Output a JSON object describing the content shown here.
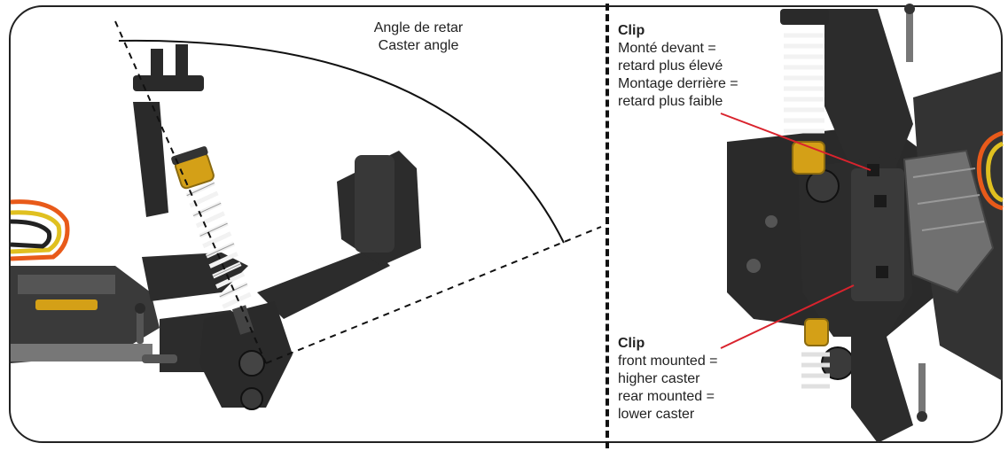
{
  "caster_label": {
    "fr": "Angle de retar",
    "en": "Caster angle"
  },
  "clip_fr": {
    "title": "Clip",
    "line1": "Monté devant =",
    "line2": "retard plus élevé",
    "line3": "Montage derrière =",
    "line4": "retard plus faible"
  },
  "clip_en": {
    "title": "Clip",
    "line1": "front mounted =",
    "line2": "higher caster",
    "line3": "rear mounted =",
    "line4": "lower caster"
  },
  "colors": {
    "callout_line": "#d9232d",
    "frame": "#222222",
    "chassis": "#2a2a2a",
    "spring": "#e8e8e8",
    "gold": "#d4a017"
  }
}
